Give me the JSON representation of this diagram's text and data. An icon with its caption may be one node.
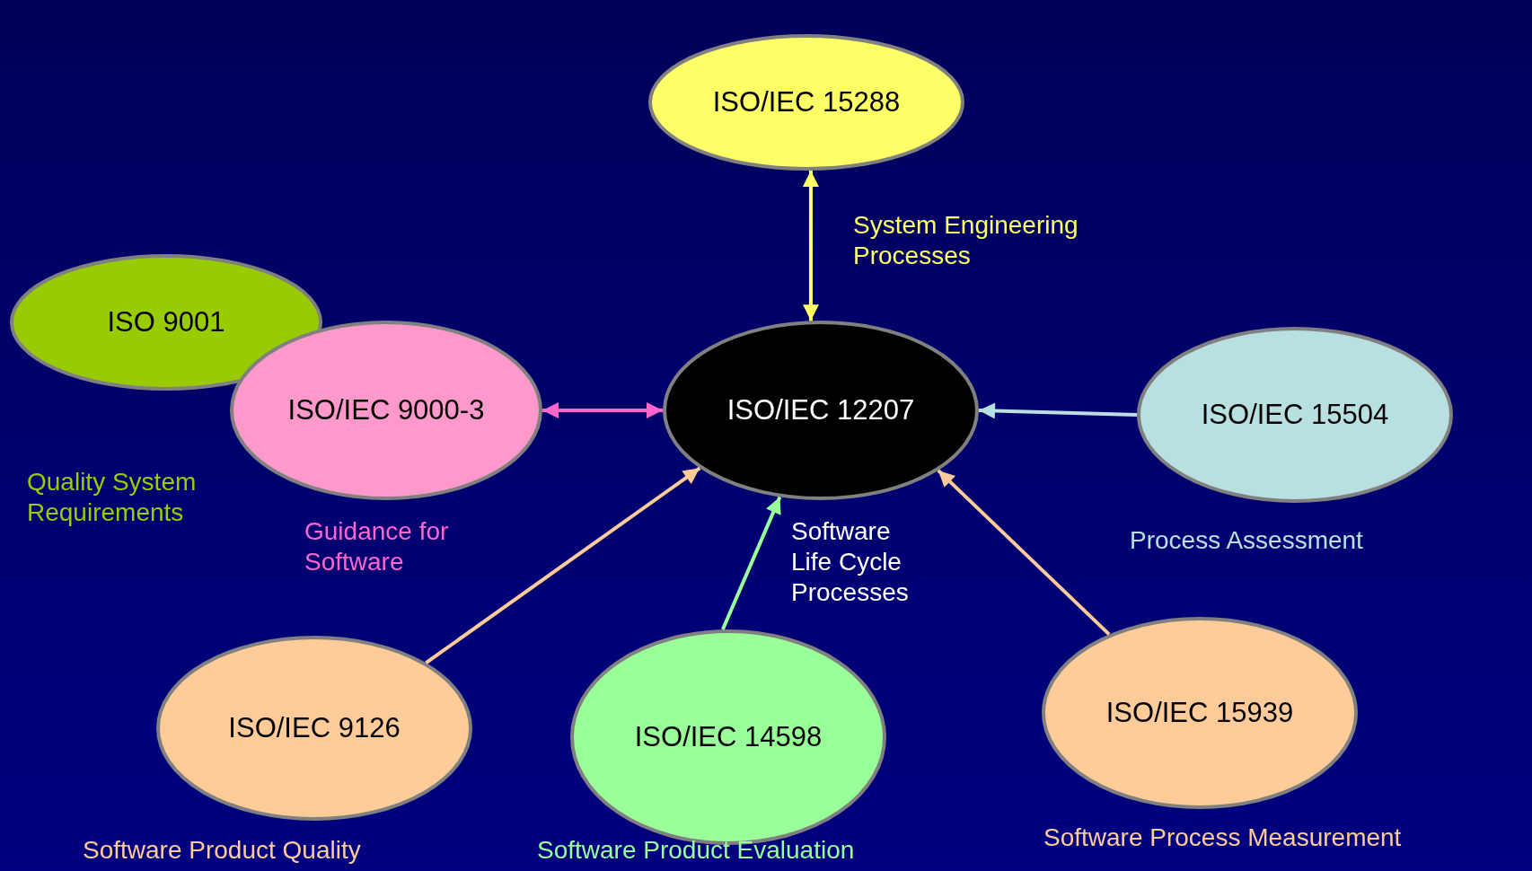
{
  "diagram": {
    "nodes": [
      {
        "text": [
          "ISO/IEC 15288"
        ],
        "beside": [
          "System Engineering Processes"
        ]
      },
      {
        "text": [
          "ISO 9001"
        ]
      },
      {
        "text": [
          "ISO/IEC 9000-3"
        ],
        "beside": [
          "Guidance for Software"
        ]
      },
      {
        "text": [
          "ISO/IEC 12207"
        ],
        "beside": [
          "Software Life Cycle Processes"
        ]
      },
      {
        "text": [
          "ISO/IEC 15504"
        ],
        "beside": [
          "Process Assessment"
        ]
      },
      {
        "text": [
          "ISO/IEC 9126"
        ],
        "beside": [
          "Software Product Quality"
        ]
      },
      {
        "text": [
          "ISO/IEC 14598"
        ],
        "beside": [
          "Software Product Evaluation"
        ]
      },
      {
        "text": [
          "ISO/IEC 15939"
        ],
        "beside": [
          "Software Process Measurement"
        ]
      }
    ],
    "edges": [
      {
        "from": 0,
        "to": 3,
        "arrow": "both",
        "color": "#ffff66"
      },
      {
        "from": 2,
        "to": 3,
        "arrow": "both",
        "color": "#ff66cc"
      },
      {
        "from": 4,
        "to": 3,
        "arrow": "to",
        "color": "#b8e0e0"
      },
      {
        "from": 5,
        "to": 3,
        "arrow": "to",
        "color": "#ffcc99"
      },
      {
        "from": 6,
        "to": 3,
        "arrow": "to",
        "color": "#99ff99"
      },
      {
        "from": 7,
        "to": 3,
        "arrow": "to",
        "color": "#ffcc99"
      }
    ],
    "labels": [
      "Quality System Requirements"
    ]
  }
}
